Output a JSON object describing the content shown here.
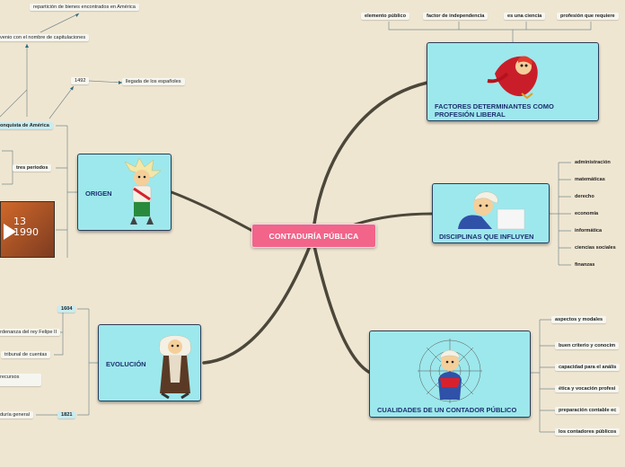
{
  "center": {
    "label": "CONTADURÍA PÚBLICA"
  },
  "factores": {
    "label": "FACTORES DETERMINANTES COMO PROFESIÓN LIBERAL",
    "items": [
      "elemento público",
      "factor de independencia",
      "es una ciencia",
      "profesión que requiere"
    ]
  },
  "disciplinas": {
    "label": "DISCIPLINAS QUE INFLUYEN",
    "items": [
      "administración",
      "matemáticas",
      "derecho",
      "economía",
      "informática",
      "ciencias sociales",
      "finanzas"
    ]
  },
  "cualidades": {
    "label": "CUALIDADES DE UN CONTADOR PÚBLICO",
    "items": [
      "aspectos y modales",
      "buen criterio y conocim",
      "capacidad para el anális",
      "ética y vocación profesi",
      "preparación contable ec",
      "los contadores públicos"
    ]
  },
  "origen": {
    "label": "ORIGEN",
    "items": {
      "reparticion": "repartición de bienes encontrados en América",
      "convenio": "venio con el nombre de capitulaciones",
      "year": "1492",
      "llegada": "llegada de los españoles",
      "conquista": "onquista de América",
      "periodos": "tres periodos",
      "video_text": "13 1990"
    }
  },
  "evolucion": {
    "label": "EVOLUCIÓN",
    "items": {
      "y1604": "1604",
      "ordenanza": "rdenanza del rey Felipe II",
      "tribunal": "tribunal de cuentas",
      "recursos": "recursos",
      "general": "duría general",
      "y1821": "1821"
    }
  },
  "colors": {
    "card": "#9de8ec",
    "center": "#f2648a",
    "branch": "#4a4538",
    "link": "#2f6a7a"
  }
}
